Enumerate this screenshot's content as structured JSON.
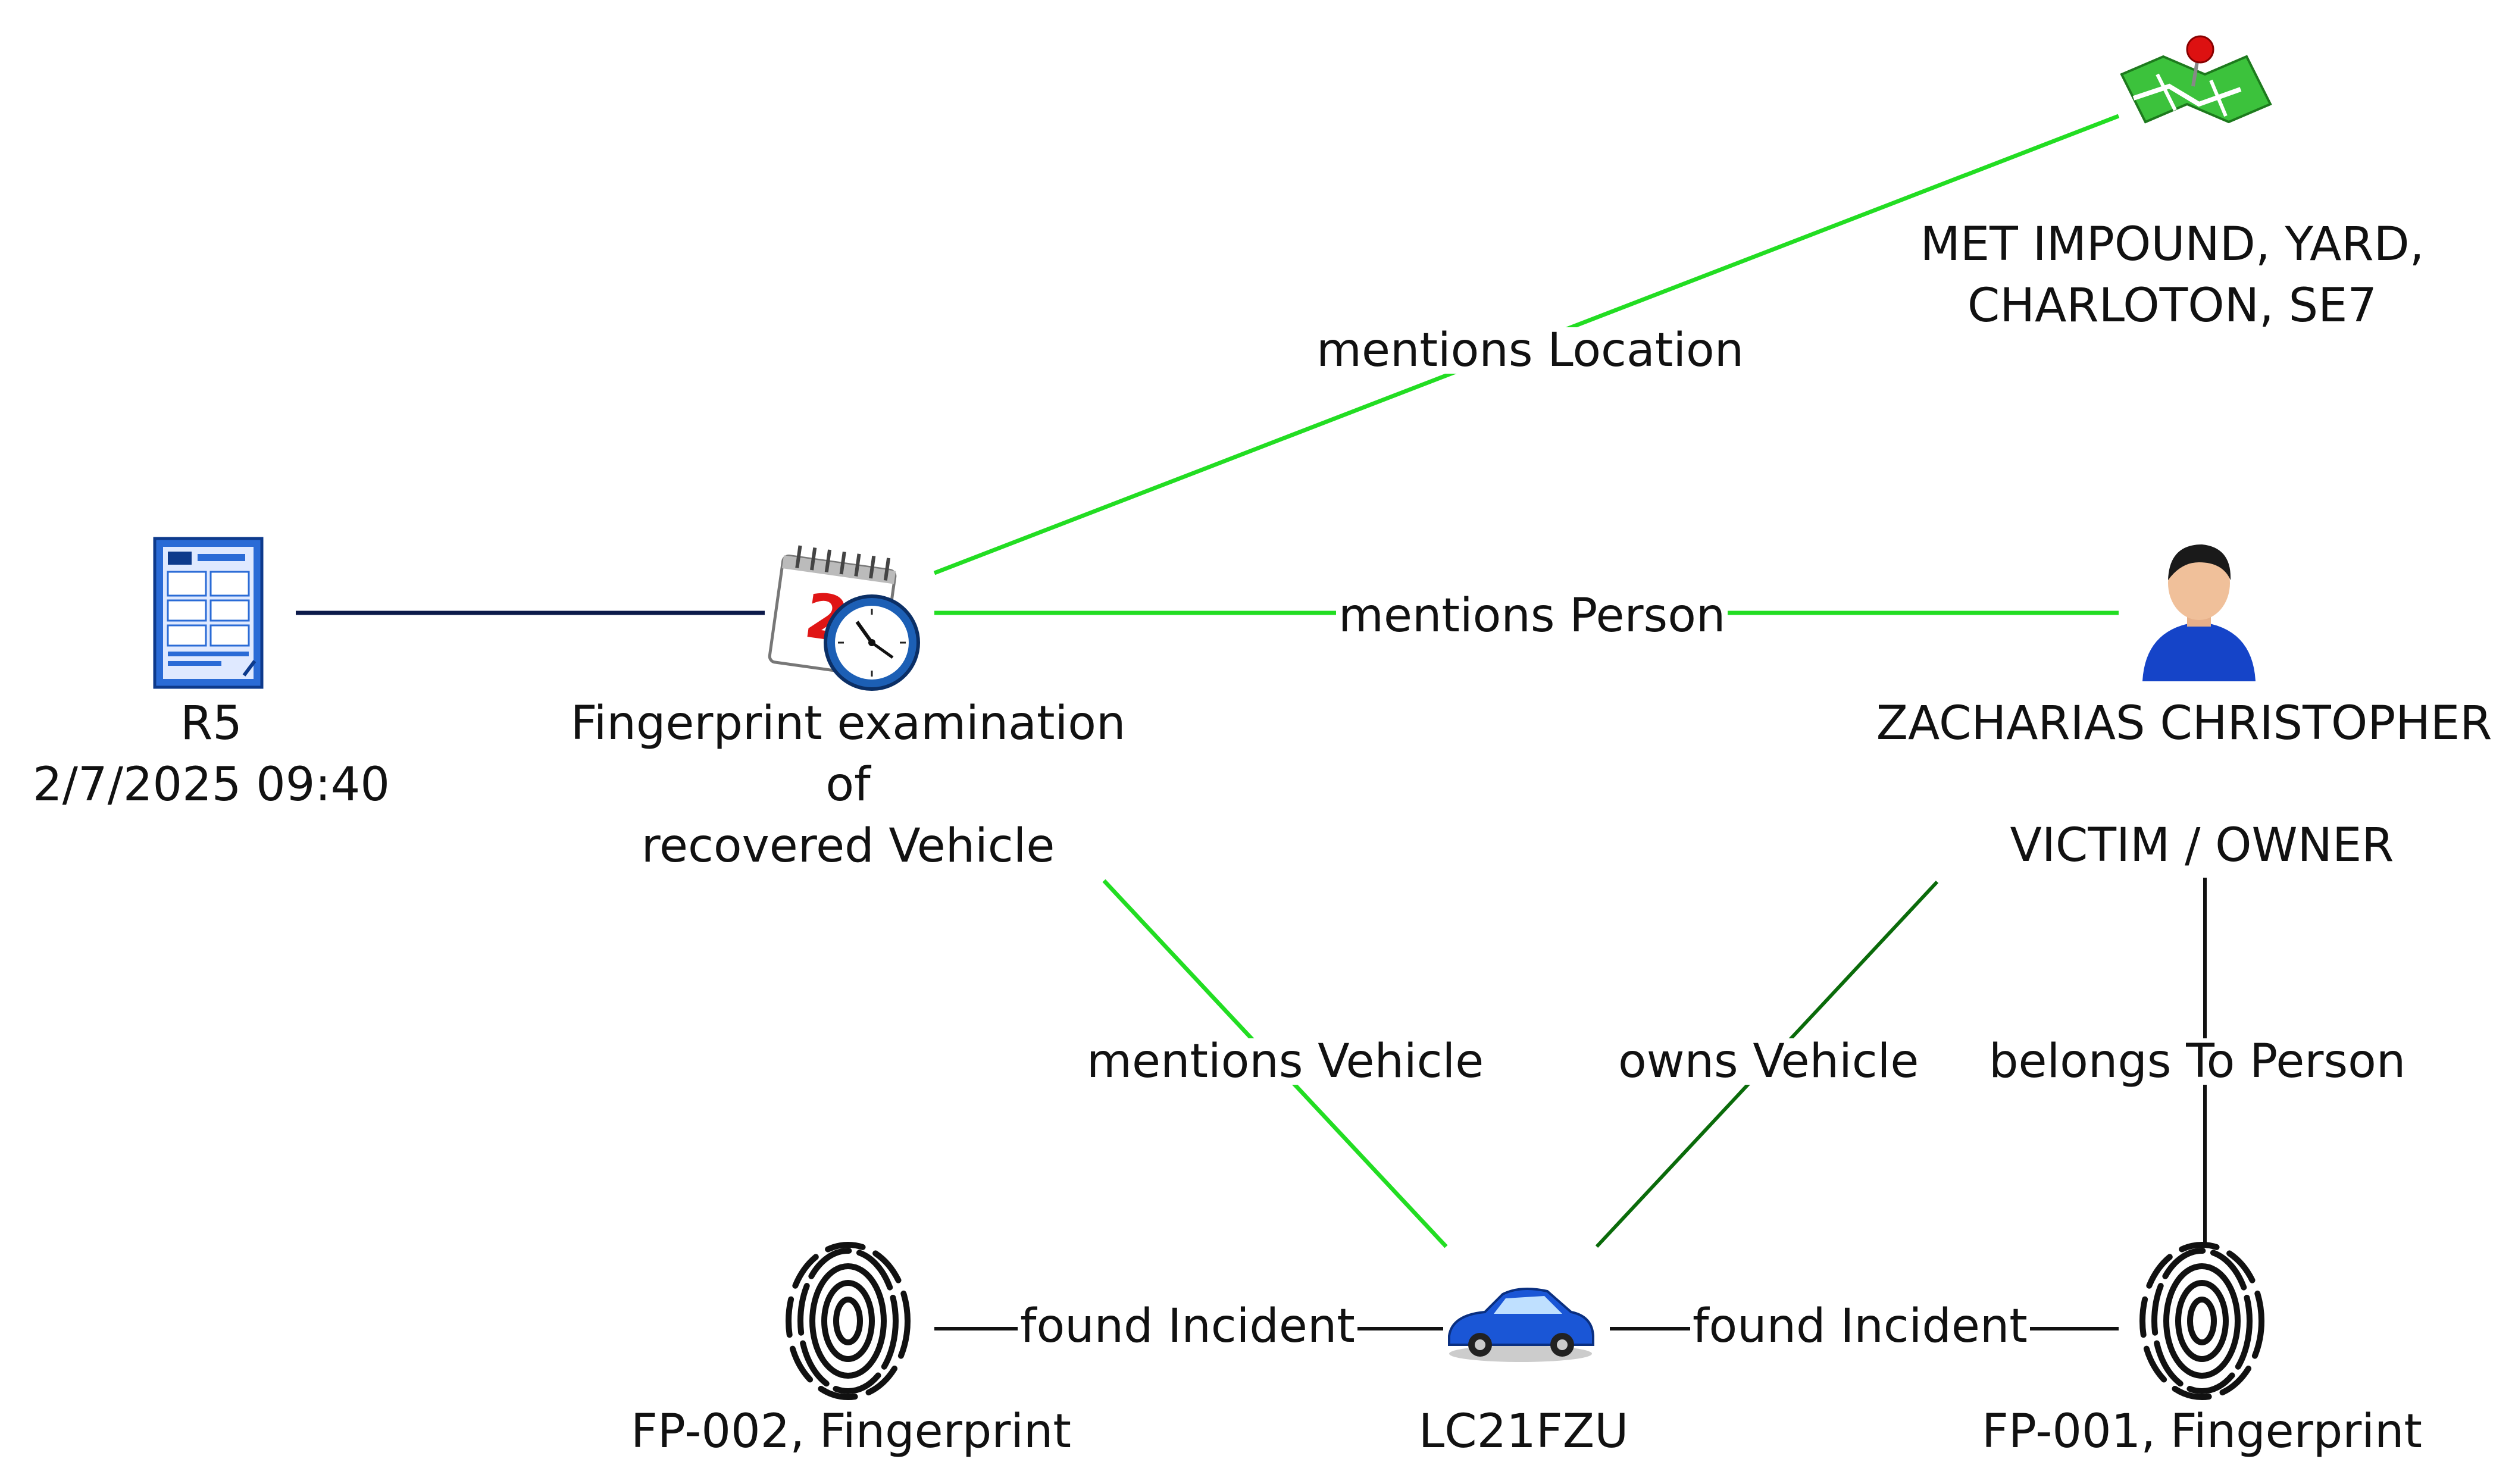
{
  "colors": {
    "green_link": "#22dd22",
    "navy_link": "#0c1a4a",
    "black_link": "#111111"
  },
  "nodes": {
    "report": {
      "icon": "document-icon",
      "lines": [
        "R5",
        "2/7/2025 09:40"
      ]
    },
    "event": {
      "icon": "calendar-clock-icon",
      "calendar_day": "29",
      "lines": [
        "Fingerprint examination",
        "of",
        "recovered Vehicle"
      ]
    },
    "location": {
      "icon": "map-pin-icon",
      "lines": [
        "MET IMPOUND, YARD,",
        "CHARLOTON, SE7"
      ]
    },
    "person": {
      "icon": "person-icon",
      "lines": [
        "ZACHARIAS CHRISTOPHER"
      ]
    },
    "role": {
      "lines": [
        "VICTIM / OWNER"
      ]
    },
    "vehicle": {
      "icon": "car-icon",
      "lines": [
        "LC21FZU"
      ]
    },
    "fingerprint2": {
      "icon": "fingerprint-icon",
      "lines": [
        "FP-002, Fingerprint"
      ]
    },
    "fingerprint1": {
      "icon": "fingerprint-icon",
      "lines": [
        "FP-001, Fingerprint"
      ]
    }
  },
  "edges": {
    "mentions_location": "mentions Location",
    "mentions_person": "mentions Person",
    "mentions_vehicle": "mentions Vehicle",
    "owns_vehicle": "owns Vehicle",
    "belongs_to_person": "belongs To Person",
    "found_incident_left": "found Incident",
    "found_incident_right": "found Incident"
  }
}
